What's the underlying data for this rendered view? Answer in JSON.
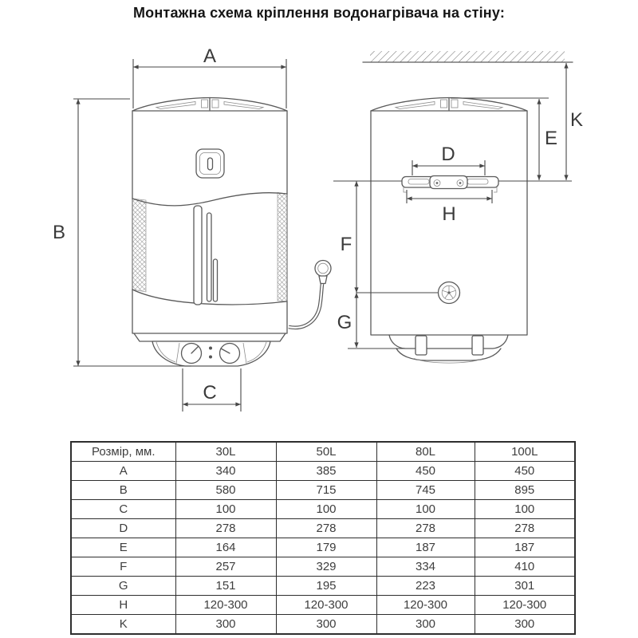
{
  "title": "Монтажна схема кріплення водонагрівача на стіну:",
  "diagram": {
    "dimension_labels": {
      "A": "A",
      "B": "B",
      "C": "C",
      "D": "D",
      "E": "E",
      "F": "F",
      "G": "G",
      "H": "H",
      "K": "K"
    }
  },
  "table": {
    "header": [
      "Розмір, мм.",
      "30L",
      "50L",
      "80L",
      "100L"
    ],
    "rows": [
      [
        "A",
        "340",
        "385",
        "450",
        "450"
      ],
      [
        "B",
        "580",
        "715",
        "745",
        "895"
      ],
      [
        "C",
        "100",
        "100",
        "100",
        "100"
      ],
      [
        "D",
        "278",
        "278",
        "278",
        "278"
      ],
      [
        "E",
        "164",
        "179",
        "187",
        "187"
      ],
      [
        "F",
        "257",
        "329",
        "334",
        "410"
      ],
      [
        "G",
        "151",
        "195",
        "223",
        "301"
      ],
      [
        "H",
        "120-300",
        "120-300",
        "120-300",
        "120-300"
      ],
      [
        "K",
        "300",
        "300",
        "300",
        "300"
      ]
    ]
  }
}
